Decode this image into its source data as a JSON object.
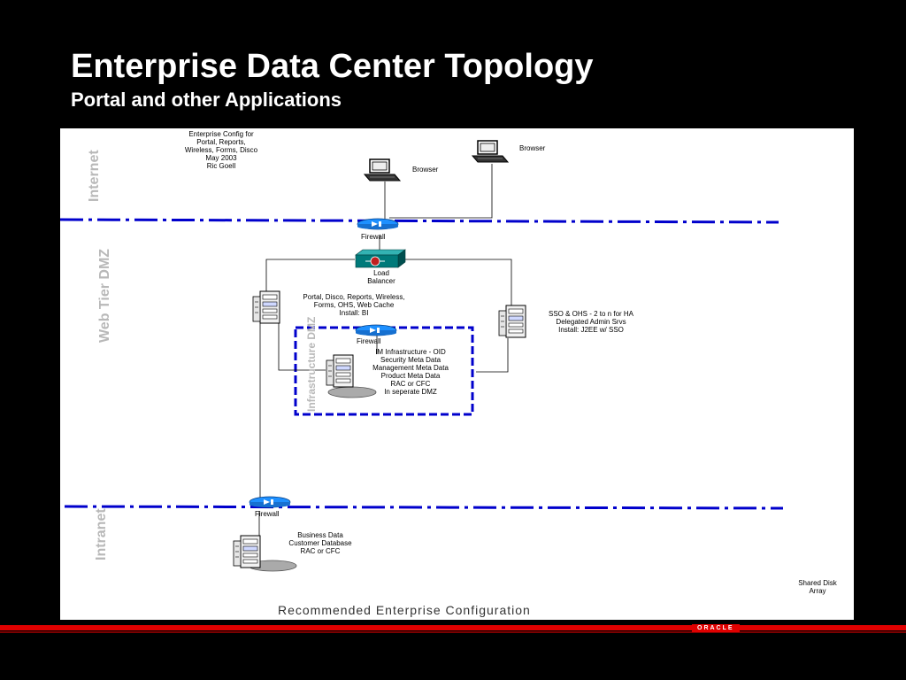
{
  "slide": {
    "title": "Enterprise Data Center Topology",
    "subtitle": "Portal and other Applications"
  },
  "diagram": {
    "header_note": [
      "Enterprise Config for",
      "Portal, Reports,",
      "Wireless, Forms, Disco",
      "May 2003",
      "Ric Goell"
    ],
    "zones": {
      "internet": "Internet",
      "web_tier_dmz": "Web Tier DMZ",
      "infrastructure_dmz": "Infrastructure DMZ",
      "intranet": "Intranet"
    },
    "browser_1": "Browser",
    "browser_2": "Browser",
    "firewall_top": "Firewall",
    "load_balancer": [
      "Load",
      "Balancer"
    ],
    "portal_server": [
      "Portal, Disco, Reports, Wireless,",
      "Forms, OHS, Web Cache",
      "Install: BI"
    ],
    "sso_server": [
      "SSO & OHS - 2 to n for HA",
      "Delegated Admin Srvs",
      "Install: J2EE w/ SSO"
    ],
    "firewall_infra": "Firewall",
    "im_infrastructure": [
      "IM Infrastructure - OID",
      "Security Meta Data",
      "Management Meta Data",
      "Product Meta Data",
      "RAC or CFC",
      "In seperate DMZ"
    ],
    "firewall_bottom": "Firewall",
    "business_data": [
      "Business Data",
      "Customer Database",
      "RAC or CFC"
    ],
    "shared_disk": [
      "Shared  Disk",
      "Array"
    ],
    "footer": "Recommended Enterprise Configuration"
  },
  "colors": {
    "zone_line": "#0000cc",
    "firewall": "#1e90ff",
    "load_balancer": "#007a7a",
    "accent_bar": "#e00000"
  },
  "brand": {
    "logo_text": "ORACLE"
  }
}
